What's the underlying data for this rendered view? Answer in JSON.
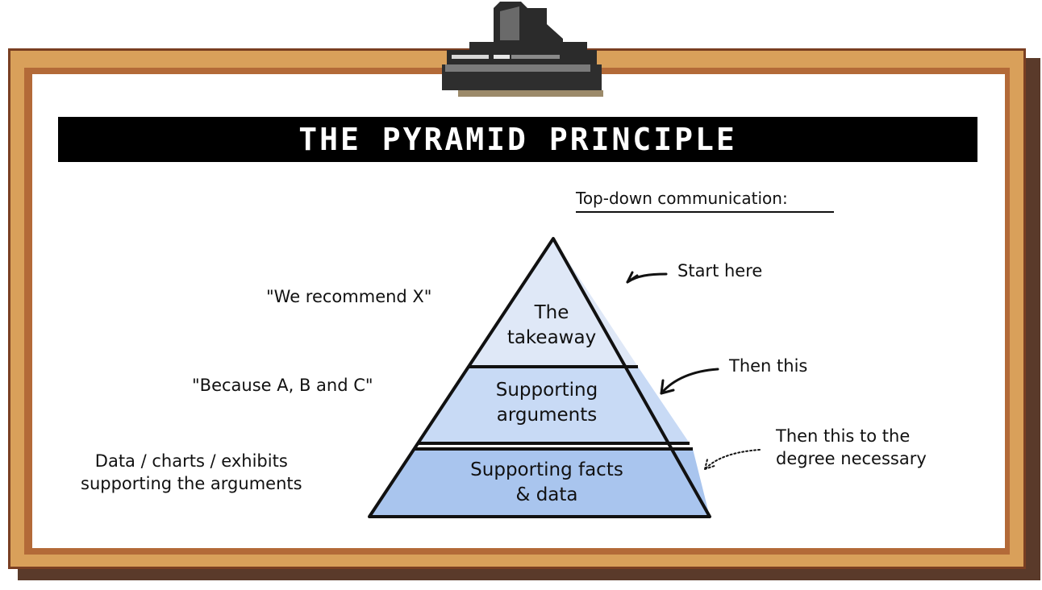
{
  "title": "THE PYRAMID PRINCIPLE",
  "subtitle": "Top-down communication:",
  "pyramid": {
    "tiers": [
      {
        "label_line1": "The",
        "label_line2": "takeaway",
        "color": "#dfe8f7"
      },
      {
        "label_line1": "Supporting",
        "label_line2": "arguments",
        "color": "#c8daf5"
      },
      {
        "label_line1": "Supporting facts",
        "label_line2": "& data",
        "color": "#a9c5ee"
      }
    ]
  },
  "left_notes": [
    {
      "line1": "\"We recommend X\""
    },
    {
      "line1": "\"Because A, B and C\""
    },
    {
      "line1": "Data / charts / exhibits",
      "line2": "supporting the arguments"
    }
  ],
  "right_notes": [
    {
      "line1": "Start here"
    },
    {
      "line1": "Then this"
    },
    {
      "line1": "Then this to the",
      "line2": "degree necessary"
    }
  ],
  "colors": {
    "frame": "#d9a05a",
    "frame_outline": "#7a3f22",
    "title_bg": "#000000",
    "clip": "#3a3a3a"
  }
}
